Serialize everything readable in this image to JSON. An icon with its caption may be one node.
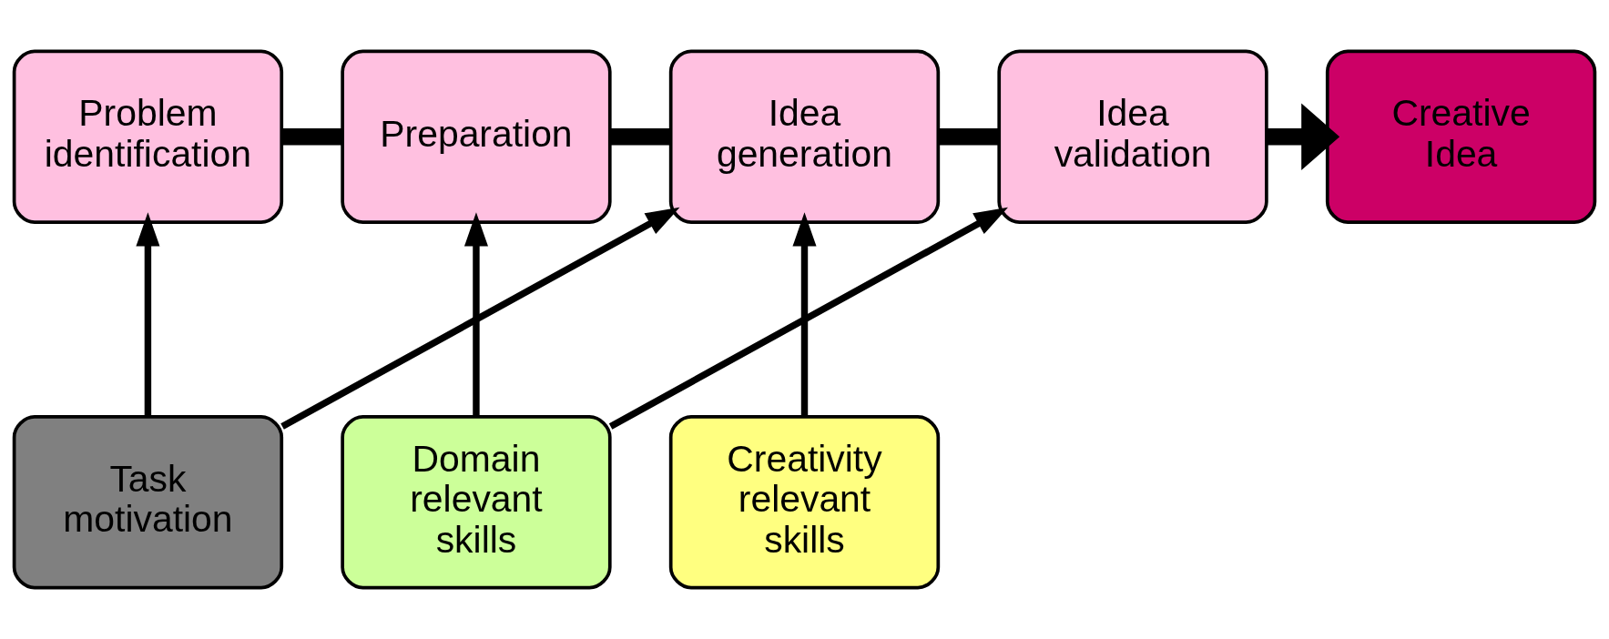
{
  "diagram": {
    "nodes": [
      {
        "text": [
          "Problem identification"
        ]
      },
      {
        "text": [
          "Preparation"
        ]
      },
      {
        "text": [
          "Idea generation"
        ]
      },
      {
        "text": [
          "Idea validation"
        ]
      },
      {
        "text": [
          "Creative Idea"
        ]
      },
      {
        "text": [
          "Task motivation"
        ]
      },
      {
        "text": [
          "Domain relevant skills"
        ]
      },
      {
        "text": [
          "Creativity relevant skills"
        ]
      }
    ],
    "edges": [
      {
        "from": 0,
        "to": 1,
        "arrow": "none",
        "style": "thick"
      },
      {
        "from": 1,
        "to": 2,
        "arrow": "none",
        "style": "thick"
      },
      {
        "from": 2,
        "to": 3,
        "arrow": "none",
        "style": "thick"
      },
      {
        "from": 3,
        "to": 4,
        "arrow": "to",
        "style": "thick"
      },
      {
        "from": 5,
        "to": 0,
        "arrow": "to"
      },
      {
        "from": 5,
        "to": 2,
        "arrow": "to"
      },
      {
        "from": 6,
        "to": 1,
        "arrow": "to"
      },
      {
        "from": 6,
        "to": 3,
        "arrow": "to"
      },
      {
        "from": 7,
        "to": 2,
        "arrow": "to"
      }
    ]
  }
}
